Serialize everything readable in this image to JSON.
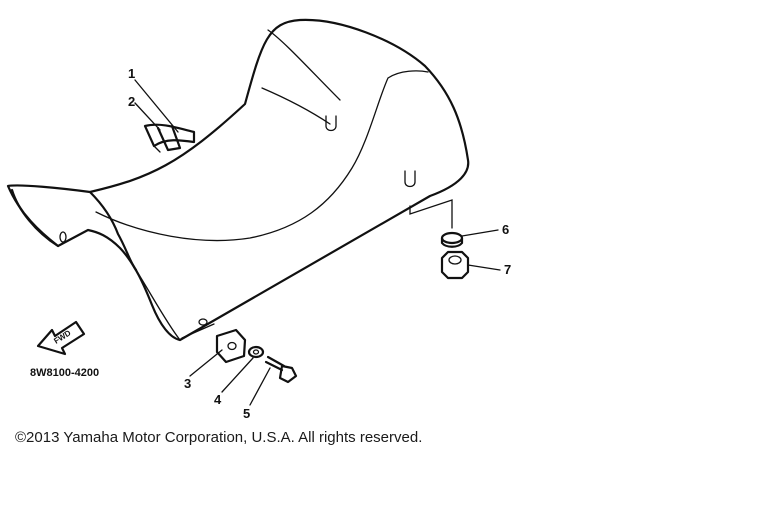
{
  "diagram": {
    "callouts": [
      {
        "id": "1",
        "label": "1"
      },
      {
        "id": "2",
        "label": "2"
      },
      {
        "id": "3",
        "label": "3"
      },
      {
        "id": "4",
        "label": "4"
      },
      {
        "id": "5",
        "label": "5"
      },
      {
        "id": "6",
        "label": "6"
      },
      {
        "id": "7",
        "label": "7"
      }
    ],
    "forward_arrow_label": "FWD",
    "diagram_code": "8W8100-4200"
  },
  "footer": {
    "copyright": "©2013 Yamaha Motor Corporation, U.S.A. All rights reserved."
  },
  "colors": {
    "line": "#111111",
    "background": "#ffffff"
  }
}
